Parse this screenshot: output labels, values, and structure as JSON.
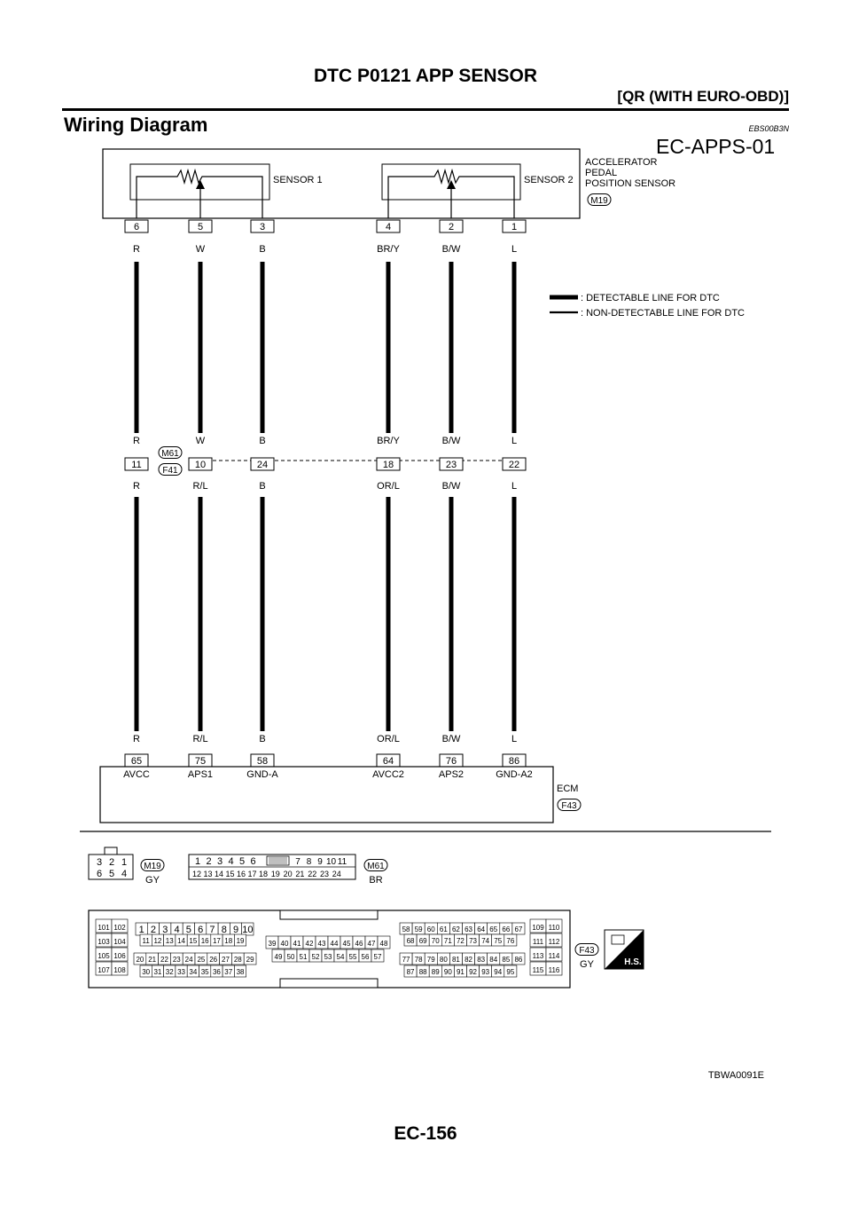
{
  "header": {
    "title": "DTC P0121 APP SENSOR",
    "subtitle": "[QR (WITH EURO-OBD)]"
  },
  "section": {
    "title": "Wiring Diagram",
    "code": "EBS00B3N"
  },
  "diagram": {
    "id": "EC-APPS-01",
    "sensor": {
      "label_lines": [
        "ACCELERATOR",
        "PEDAL",
        "POSITION SENSOR"
      ],
      "connector": "M19",
      "sensor1_label": "SENSOR 1",
      "sensor2_label": "SENSOR 2"
    },
    "legend": [
      {
        "text": ": DETECTABLE LINE FOR DTC",
        "style": "bold"
      },
      {
        "text": ": NON-DETECTABLE LINE FOR DTC",
        "style": "normal"
      }
    ],
    "harness": {
      "upper": "M61",
      "lower": "F41"
    },
    "ecm": {
      "label": "ECM",
      "connector": "F43"
    },
    "wires": [
      {
        "sensor_pin": "6",
        "top_color": "R",
        "joint_pin": "11",
        "bottom_color": "R",
        "ecm_pin": "65",
        "ecm_signal": "AVCC",
        "style": "bold"
      },
      {
        "sensor_pin": "5",
        "top_color": "W",
        "joint_pin": "10",
        "bottom_color": "R/L",
        "ecm_pin": "75",
        "ecm_signal": "APS1",
        "style": "bold"
      },
      {
        "sensor_pin": "3",
        "top_color": "B",
        "joint_pin": "24",
        "bottom_color": "B",
        "ecm_pin": "58",
        "ecm_signal": "GND-A",
        "style": "bold"
      },
      {
        "sensor_pin": "4",
        "top_color": "BR/Y",
        "joint_pin": "18",
        "bottom_color": "OR/L",
        "ecm_pin": "64",
        "ecm_signal": "AVCC2",
        "style": "bold"
      },
      {
        "sensor_pin": "2",
        "top_color": "B/W",
        "joint_pin": "23",
        "bottom_color": "B/W",
        "ecm_pin": "76",
        "ecm_signal": "APS2",
        "style": "bold"
      },
      {
        "sensor_pin": "1",
        "top_color": "L",
        "joint_pin": "22",
        "bottom_color": "L",
        "ecm_pin": "86",
        "ecm_signal": "GND-A2",
        "style": "bold"
      }
    ]
  },
  "connectors": {
    "m19": {
      "name": "M19",
      "color": "GY",
      "rows": [
        [
          "3",
          "2",
          "1"
        ],
        [
          "6",
          "5",
          "4"
        ]
      ]
    },
    "m61": {
      "name": "M61",
      "color": "BR",
      "top_left": [
        "1",
        "2",
        "3",
        "4",
        "5",
        "6"
      ],
      "top_right": [
        "7",
        "8",
        "9",
        "10",
        "11"
      ],
      "bottom_left": [
        "12",
        "13",
        "14",
        "15",
        "16",
        "17"
      ],
      "bottom_right": [
        "18",
        "19",
        "20",
        "21",
        "22",
        "23",
        "24"
      ]
    },
    "f43": {
      "name": "F43",
      "color": "GY",
      "left_block": [
        [
          "101",
          "102"
        ],
        [
          "103",
          "104"
        ],
        [
          "105",
          "106"
        ],
        [
          "107",
          "108"
        ]
      ],
      "right_block": [
        [
          "109",
          "110"
        ],
        [
          "111",
          "112"
        ],
        [
          "113",
          "114"
        ],
        [
          "115",
          "116"
        ]
      ],
      "g1r1": [
        "1",
        "2",
        "3",
        "4",
        "5",
        "6",
        "7",
        "8",
        "9",
        "10"
      ],
      "g1r2": [
        "11",
        "12",
        "13",
        "14",
        "15",
        "16",
        "17",
        "18",
        "19"
      ],
      "g1r3": [
        "20",
        "21",
        "22",
        "23",
        "24",
        "25",
        "26",
        "27",
        "28",
        "29"
      ],
      "g1r4": [
        "30",
        "31",
        "32",
        "33",
        "34",
        "35",
        "36",
        "37",
        "38"
      ],
      "g2r1": [
        "39",
        "40",
        "41",
        "42",
        "43",
        "44",
        "45",
        "46",
        "47",
        "48"
      ],
      "g2r2": [
        "49",
        "50",
        "51",
        "52",
        "53",
        "54",
        "55",
        "56",
        "57"
      ],
      "g3r1": [
        "58",
        "59",
        "60",
        "61",
        "62",
        "63",
        "64",
        "65",
        "66",
        "67"
      ],
      "g3r2": [
        "68",
        "69",
        "70",
        "71",
        "72",
        "73",
        "74",
        "75",
        "76"
      ],
      "g3r3": [
        "77",
        "78",
        "79",
        "80",
        "81",
        "82",
        "83",
        "84",
        "85",
        "86"
      ],
      "g3r4": [
        "87",
        "88",
        "89",
        "90",
        "91",
        "92",
        "93",
        "94",
        "95"
      ],
      "hs_label": "H.S."
    }
  },
  "figure_code": "TBWA0091E",
  "page_number": "EC-156"
}
